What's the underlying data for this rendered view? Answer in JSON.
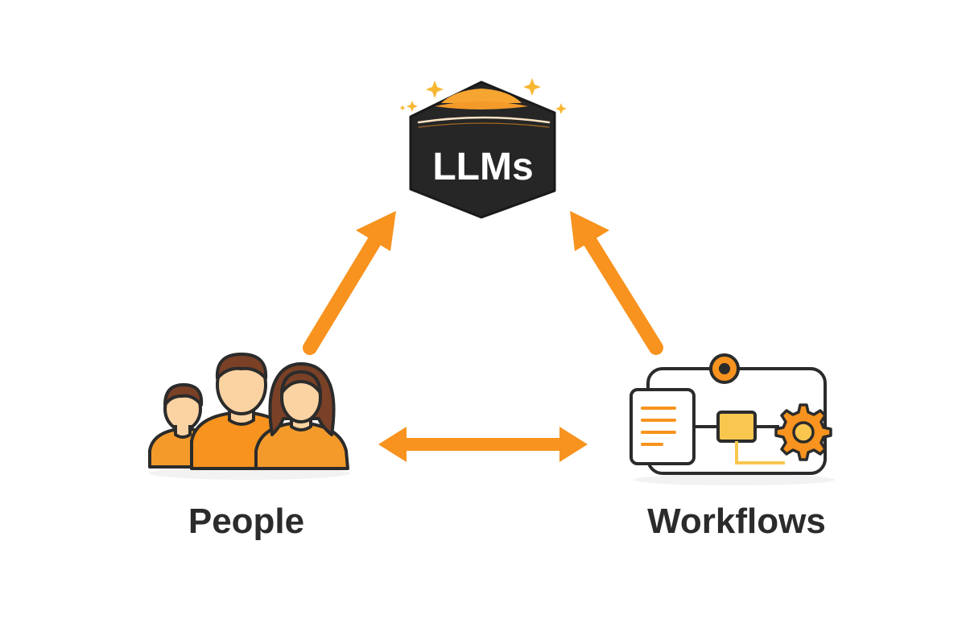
{
  "diagram": {
    "title": "",
    "nodes": {
      "llms": {
        "label": "LLMs",
        "icon": "llm-box-icon"
      },
      "people": {
        "label": "People",
        "icon": "people-group-icon"
      },
      "workflows": {
        "label": "Workflows",
        "icon": "workflow-icon"
      }
    },
    "edges": [
      {
        "from": "people",
        "to": "llms",
        "direction": "one-way"
      },
      {
        "from": "workflows",
        "to": "llms",
        "direction": "one-way"
      },
      {
        "from": "people",
        "to": "workflows",
        "direction": "two-way"
      }
    ]
  },
  "colors": {
    "accent": "#F7931E",
    "accent_dark": "#E87A12",
    "dark": "#2b2b2b",
    "skin": "#FBD3A2",
    "hair": "#7a4127",
    "yellow": "#F9C74F",
    "background": "#ffffff"
  }
}
